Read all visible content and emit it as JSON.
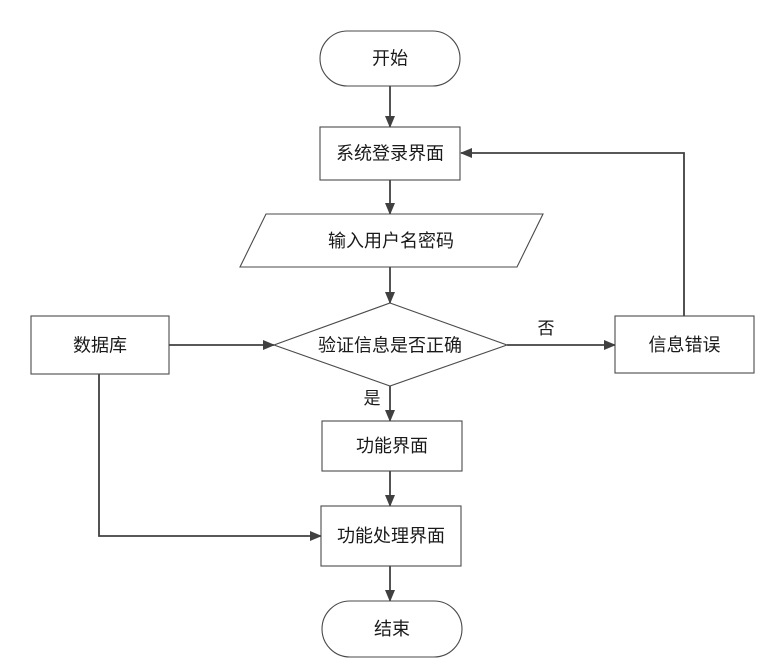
{
  "diagram": {
    "nodes": {
      "start": "开始",
      "login": "系统登录界面",
      "input": "输入用户名密码",
      "verify": "验证信息是否正确",
      "database": "数据库",
      "error": "信息错误",
      "function": "功能界面",
      "process": "功能处理界面",
      "end": "结束"
    },
    "edges": {
      "no_label": "否",
      "yes_label": "是"
    }
  }
}
